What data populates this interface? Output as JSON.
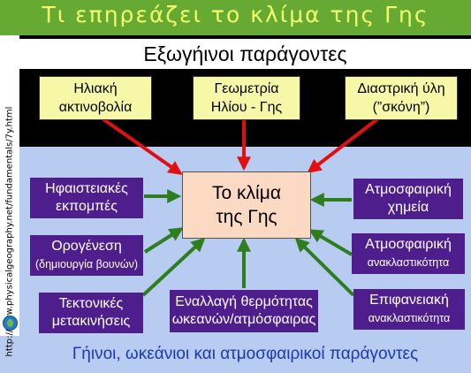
{
  "title": "Τι επηρεάζει το κλίμα της Γης",
  "external": {
    "header": "Εξωγήινοι παράγοντες",
    "factors": [
      {
        "lines": [
          "Ηλιακή",
          "ακτινοβολία"
        ]
      },
      {
        "lines": [
          "Γεωμετρία",
          "Ηλίου - Γης"
        ]
      },
      {
        "lines": [
          "Διαστρική ύλη",
          "(”σκόνη”)"
        ]
      }
    ]
  },
  "center": {
    "lines": [
      "Το κλίμα",
      "της Γης"
    ]
  },
  "internal": {
    "left": [
      {
        "lines": [
          "Ηφαιστειακές",
          "εκπομπές"
        ]
      },
      {
        "lines": [
          "Ορογένεση",
          "(δημιουργία βουνών)"
        ]
      },
      {
        "lines": [
          "Τεκτονικές",
          "μετακινήσεις"
        ]
      }
    ],
    "bottom": {
      "lines": [
        "Εναλλαγή θερμότητας",
        "ωκεανών/ατμόσφαιρας"
      ]
    },
    "right": [
      {
        "lines": [
          "Ατμοσφαιρική",
          "χημεία"
        ]
      },
      {
        "lines": [
          "Ατμοσφαιρική",
          "ανακλαστικότητα"
        ]
      },
      {
        "lines": [
          "Επιφανειακή",
          "ανακλαστικότητα"
        ]
      }
    ]
  },
  "footer": "Γήινοι, ωκεάνιοι και ατμοσφαιρικοί παράγοντες",
  "side_url": "http://www.physicalgeography.net/fundamentals/7y.html",
  "colors": {
    "title_band": "#66aa33",
    "title_text": "#f4ff6a",
    "external_band": "#000000",
    "external_box": "#f6f8a8",
    "internal_box": "#4e1f8c",
    "center_box": "#fbd9c3",
    "background": "#b8ccf2",
    "external_arrow": "#e01010",
    "internal_arrow": "#2e7d1e",
    "footer_text": "#1c38b0"
  },
  "icons": {
    "side_logo": "globe-logo-icon"
  }
}
